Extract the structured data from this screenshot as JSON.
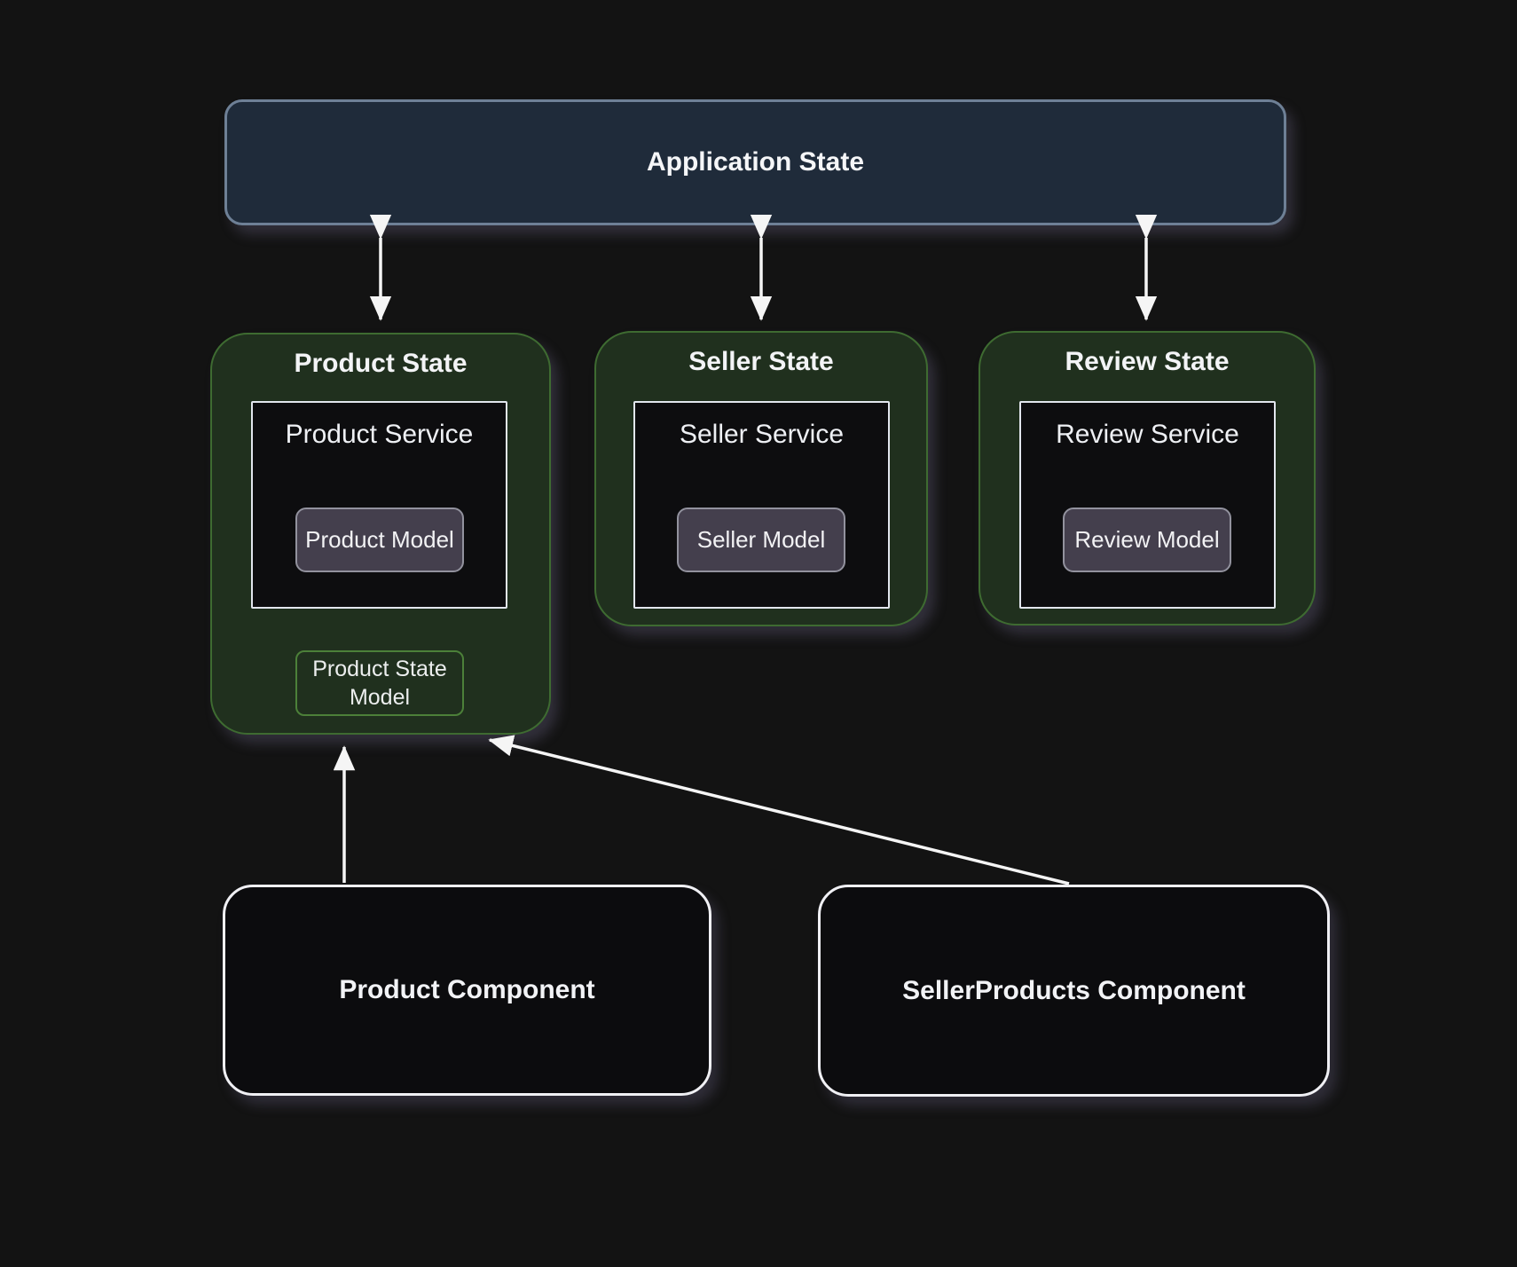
{
  "diagram": {
    "application_state": {
      "label": "Application State"
    },
    "states": [
      {
        "id": "product",
        "title": "Product State",
        "service": "Product Service",
        "model": "Product Model",
        "state_model": "Product State Model"
      },
      {
        "id": "seller",
        "title": "Seller State",
        "service": "Seller Service",
        "model": "Seller Model"
      },
      {
        "id": "review",
        "title": "Review State",
        "service": "Review Service",
        "model": "Review Model"
      }
    ],
    "components": [
      {
        "id": "product-component",
        "label": "Product Component"
      },
      {
        "id": "sellerproducts-component",
        "label": "SellerProducts Component"
      }
    ],
    "connections": [
      {
        "from": "application-state",
        "to": "product-state",
        "type": "bidirectional"
      },
      {
        "from": "application-state",
        "to": "seller-state",
        "type": "bidirectional"
      },
      {
        "from": "application-state",
        "to": "review-state",
        "type": "bidirectional"
      },
      {
        "from": "product-component",
        "to": "product-state",
        "type": "directed"
      },
      {
        "from": "sellerproducts-component",
        "to": "product-state",
        "type": "directed"
      }
    ],
    "colors": {
      "background": "#131313",
      "app_state_fill": "#1f2b3a",
      "app_state_border": "#6e8096",
      "state_fill": "#20301e",
      "state_border": "#3e6b31",
      "state_model_border": "#4c8039",
      "service_fill": "#0d0d0f",
      "service_border": "#e2e6ee",
      "model_fill": "#443f4d",
      "model_border": "#92929e",
      "component_border": "#f0f0f4",
      "arrow": "#f5f5f5"
    }
  }
}
